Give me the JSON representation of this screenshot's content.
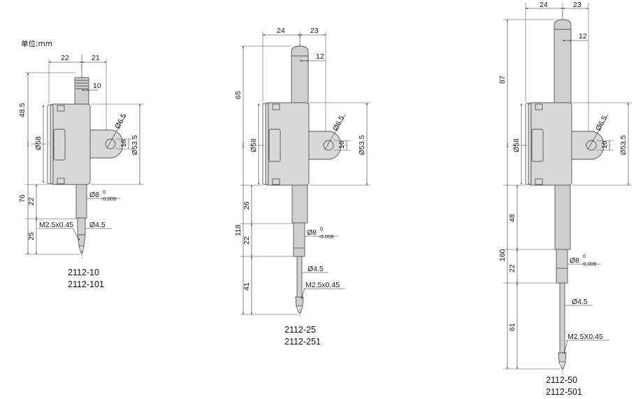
{
  "unit_label": "单位:mm",
  "models": [
    {
      "id": "a",
      "model_names": [
        "2112-10",
        "2112-101"
      ],
      "dims": {
        "top_left": "22",
        "top_right": "21",
        "spindle_cap": "10",
        "total_height": "48.5",
        "stroke": "76",
        "lower_a": "22",
        "lower_b": "25",
        "dia_58": "Ø58",
        "dia_65": "Ø6.5",
        "lug_16": "16",
        "dia_535": "Ø53.5",
        "stem_dia": "Ø8",
        "tol_upper": "0",
        "tol_lower": "-0.009",
        "thread": "M2.5x0.45",
        "tip_dia": "Ø4.5"
      }
    },
    {
      "id": "b",
      "model_names": [
        "2112-25",
        "2112-251"
      ],
      "dims": {
        "top_left": "24",
        "top_right": "23",
        "spindle_cap": "12",
        "upper": "65",
        "lower_26": "26",
        "stroke": "118",
        "lower_22": "22",
        "lower_41": "41",
        "dia_58": "Ø58",
        "dia_65": "Ø6.5",
        "lug_16": "16",
        "dia_535": "Ø53.5",
        "stem_dia": "Ø8",
        "tol_upper": "0",
        "tol_lower": "-0.009",
        "tip_dia": "Ø4.5",
        "thread": "M2.5x0.45"
      }
    },
    {
      "id": "c",
      "model_names": [
        "2112-50",
        "2112-501"
      ],
      "dims": {
        "top_left": "24",
        "top_right": "23",
        "spindle_cap": "12",
        "upper": "87",
        "lower_48": "48",
        "stroke": "160",
        "lower_22": "22",
        "lower_61": "61",
        "dia_58": "Ø58",
        "dia_65": "Ø6.5",
        "lug_16": "16",
        "dia_535": "Ø53.5",
        "stem_dia": "Ø8",
        "tol_upper": "0",
        "tol_lower": "-0.009",
        "tip_dia": "Ø4.5",
        "thread": "M2.5X0.45"
      }
    }
  ]
}
